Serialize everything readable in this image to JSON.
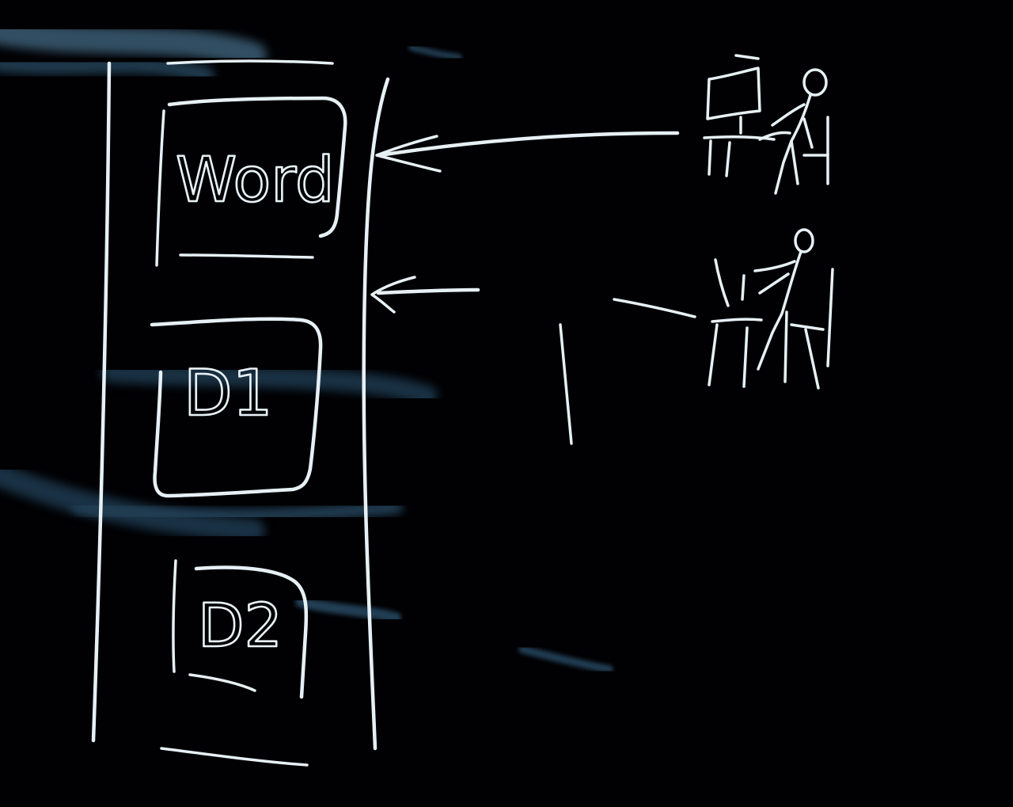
{
  "diagram": {
    "stack_blocks": [
      {
        "label": "Word"
      },
      {
        "label": "D1"
      },
      {
        "label": "D2"
      }
    ],
    "users": [
      {
        "icon": "person-at-computer-icon"
      },
      {
        "icon": "person-at-computer-icon"
      }
    ],
    "colors": {
      "board": "#010103",
      "chalk": "#e6f0f5",
      "smudge": "#3b6a8c"
    }
  }
}
